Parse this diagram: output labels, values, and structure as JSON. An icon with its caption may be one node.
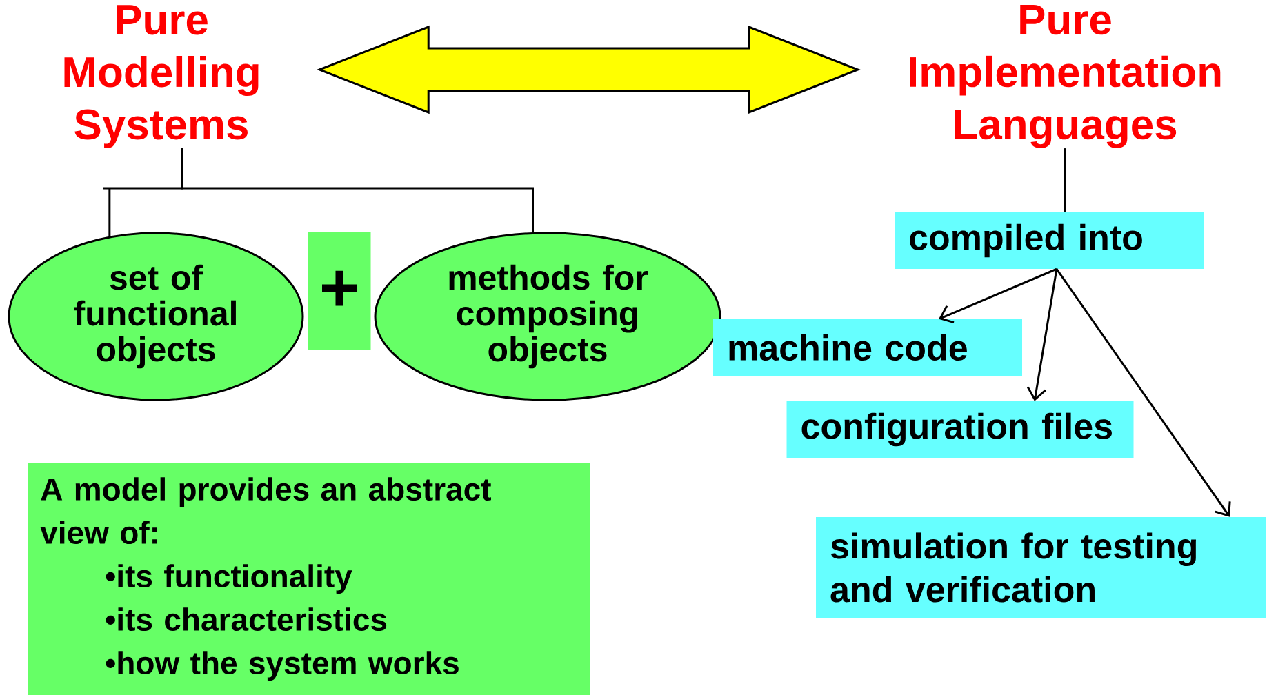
{
  "diagram": {
    "nodes": [
      {
        "text": [
          "Pure Modelling Systems"
        ]
      },
      {
        "text": [
          "set of functional objects"
        ]
      },
      {
        "text": [
          "+"
        ]
      },
      {
        "text": [
          "methods for composing objects"
        ]
      },
      {
        "text": [
          "Pure Implementation Languages"
        ]
      },
      {
        "text": [
          "compiled into"
        ]
      },
      {
        "text": [
          "machine code"
        ]
      },
      {
        "text": [
          "configuration files"
        ]
      },
      {
        "text": [
          "simulation for testing and verification"
        ]
      },
      {
        "text": [
          "A model provides an abstract view of:",
          "•its functionality",
          "•its characteristics",
          "•how the system works"
        ]
      }
    ],
    "edges": [
      {
        "from": 0,
        "to": 4,
        "arrow": "both",
        "style": "thick",
        "color": "#ffff00"
      },
      {
        "from": 0,
        "to": 1,
        "arrow": "none"
      },
      {
        "from": 0,
        "to": 3,
        "arrow": "none"
      },
      {
        "from": 4,
        "to": 5,
        "arrow": "none"
      },
      {
        "from": 5,
        "to": 6,
        "arrow": "to"
      },
      {
        "from": 5,
        "to": 7,
        "arrow": "to"
      },
      {
        "from": 5,
        "to": 8,
        "arrow": "to"
      }
    ]
  }
}
